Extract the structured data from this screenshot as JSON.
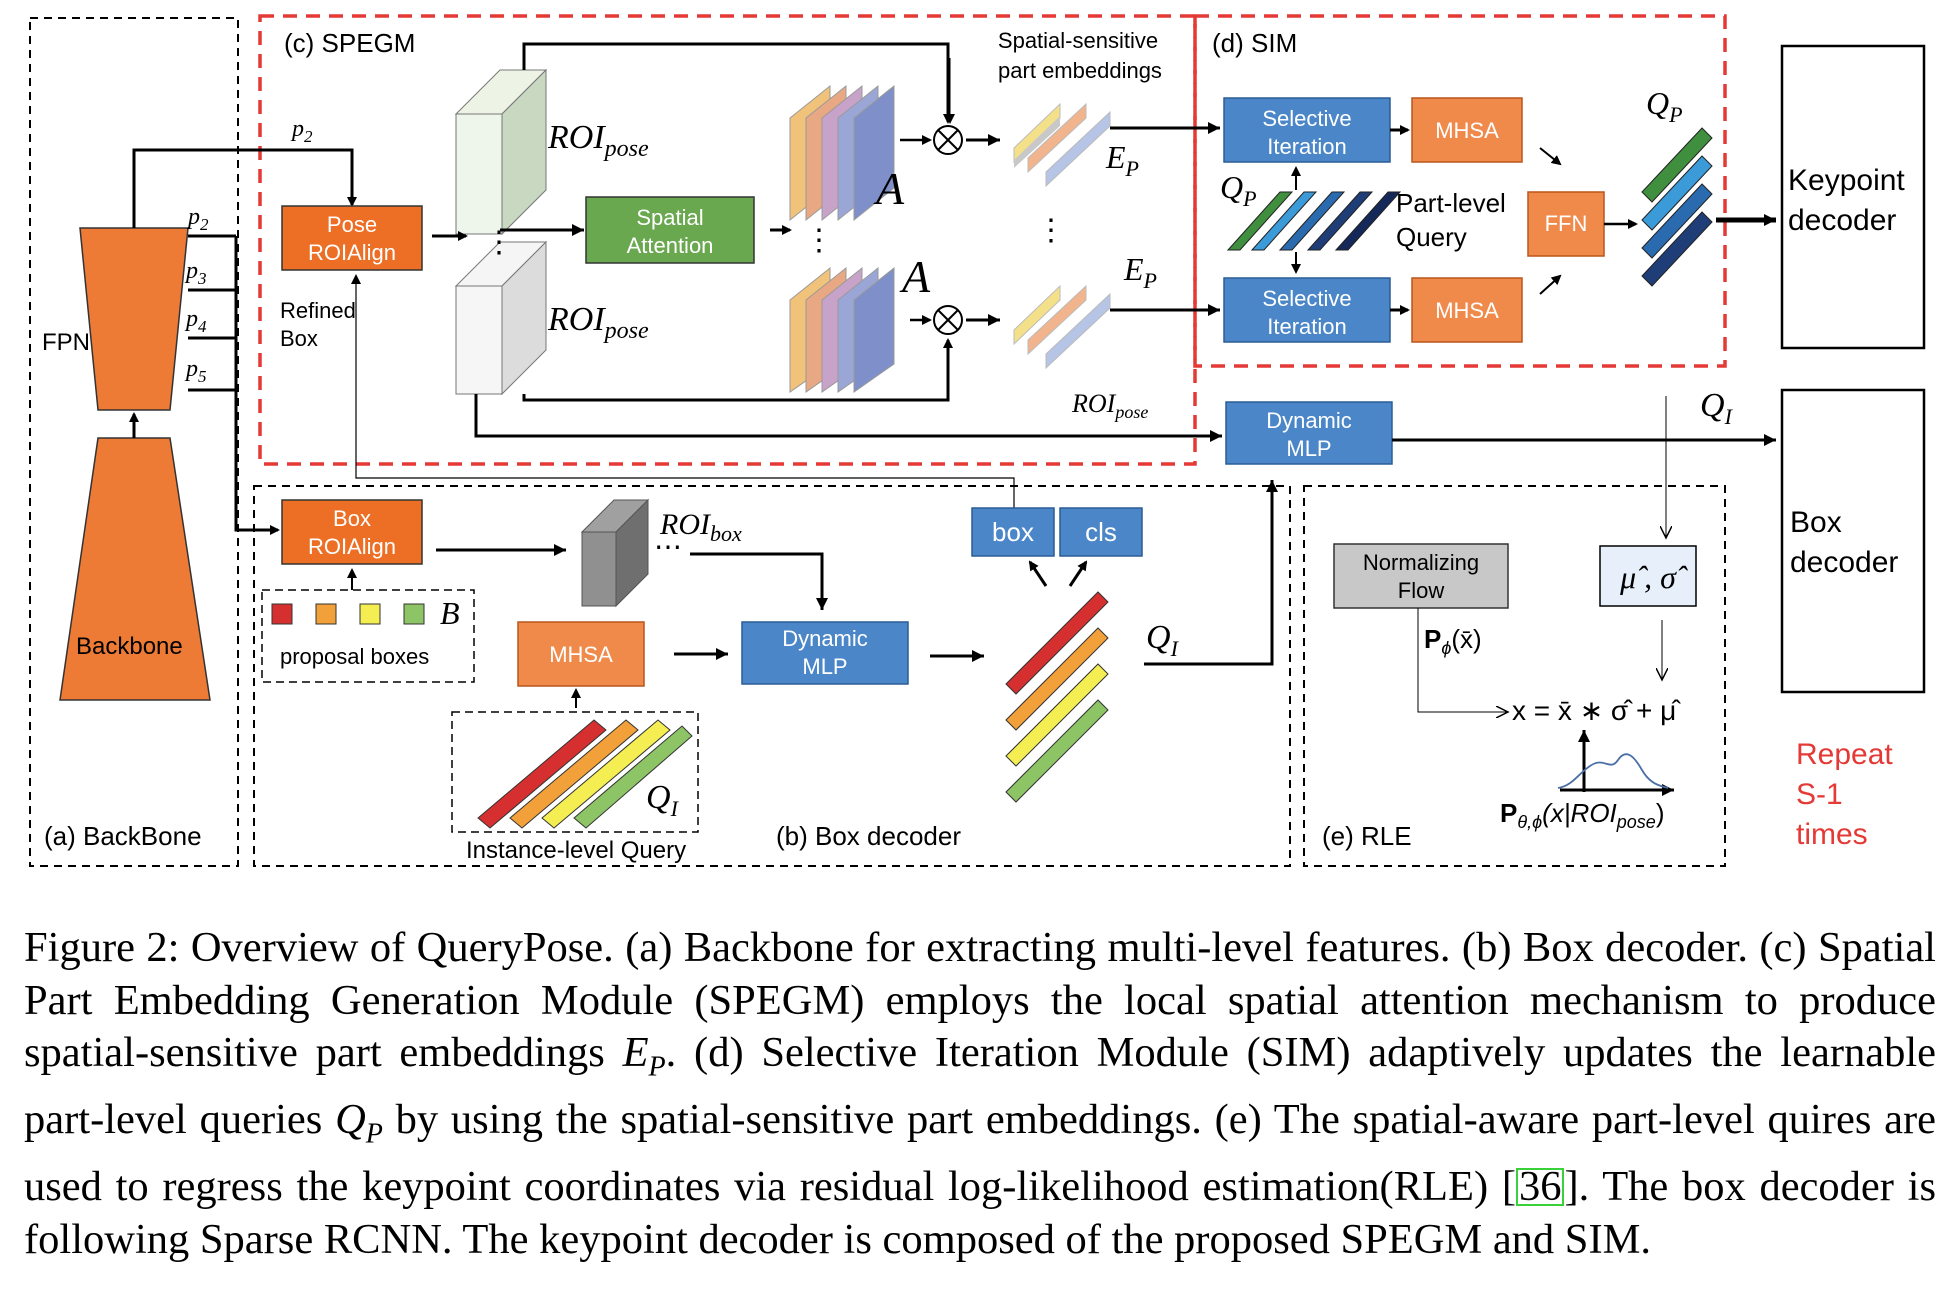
{
  "figure": {
    "backbone_section": "(a)  BackBone",
    "box_decoder_section": "(b) Box decoder",
    "spegm_section": "(c)  SPEGM",
    "sim_section": "(d) SIM",
    "rle_section": "(e) RLE",
    "fpn": "FPN",
    "backbone": "Backbone",
    "p2": "p",
    "p2_sub": "2",
    "p3_sub": "3",
    "p4_sub": "4",
    "p5_sub": "5",
    "pose_roialign": [
      "Pose",
      "ROIAlign"
    ],
    "box_roialign": [
      "Box",
      "ROIAlign"
    ],
    "refined_box": [
      "Refined",
      "Box"
    ],
    "proposal_boxes": "proposal boxes",
    "b_label": "B",
    "roi_pose": "ROI",
    "roi_pose_sub": "pose",
    "roi_box": "ROI",
    "roi_box_sub": "box",
    "spatial_attention": [
      "Spatial",
      "Attention"
    ],
    "a_label": "A",
    "spatial_sensitive": [
      "Spatial-sensitive",
      "part embeddings"
    ],
    "e_label": "E",
    "e_sub": "P",
    "selective_iteration": [
      "Selective",
      "Iteration"
    ],
    "mhsa": "MHSA",
    "ffn": "FFN",
    "part_level_query": [
      "Part-level",
      "Query"
    ],
    "q_label": "Q",
    "q_p_sub": "P",
    "q_i_sub": "I",
    "dynamic_mlp": [
      "Dynamic",
      "MLP"
    ],
    "keypoint_decoder": [
      "Keypoint",
      "decoder"
    ],
    "box_decoder": [
      "Box",
      "decoder"
    ],
    "box": "box",
    "cls": "cls",
    "instance_level_query": "Instance-level Query",
    "normalizing_flow": [
      "Normalizing",
      "Flow"
    ],
    "p_phi": "P",
    "p_phi_sub": "ϕ",
    "p_phi_arg": "(x̄)",
    "mu_sigma": "μ̂ , σ̂",
    "rle_equation": "x = x̄ ∗ σ̂ + μ̂",
    "p_theta_phi": "P",
    "p_theta_phi_sub": "θ,ϕ",
    "p_theta_phi_arg": "(x|ROI",
    "repeat": [
      "Repeat",
      "S-1",
      "times"
    ],
    "dots": "⋯",
    "vdots": "⋮"
  },
  "colors": {
    "orange_dark": "#ed6f25",
    "orange": "#f08a4b",
    "blue": "#4a86c8",
    "green": "#6aa84f",
    "red_dash": "#e53935",
    "gray": "#c8c8c8"
  },
  "caption": {
    "line1": "Figure 2:  Overview of QueryPose.  (a) Backbone for extracting multi-level features.  (b) Box decoder. (c) Spatial Part Embedding Generation Module (SPEGM) employs the local spatial attention mechanism to produce spatial-sensitive part embeddings ",
    "ep": "E",
    "ep_sub": "P",
    "line2": ". (d) Selective Iteration Module (SIM) adaptively updates the learnable part-level queries ",
    "qp": "Q",
    "qp_sub": "P",
    "line3": " by using the spatial-sensitive part embeddings. (e) The spatial-aware part-level quires are used to regress the keypoint coordinates via residual log-likelihood estimation(RLE) [",
    "cite": "36",
    "line4": "]. The box decoder is following Sparse RCNN. The keypoint decoder is composed of the proposed SPEGM and SIM."
  }
}
